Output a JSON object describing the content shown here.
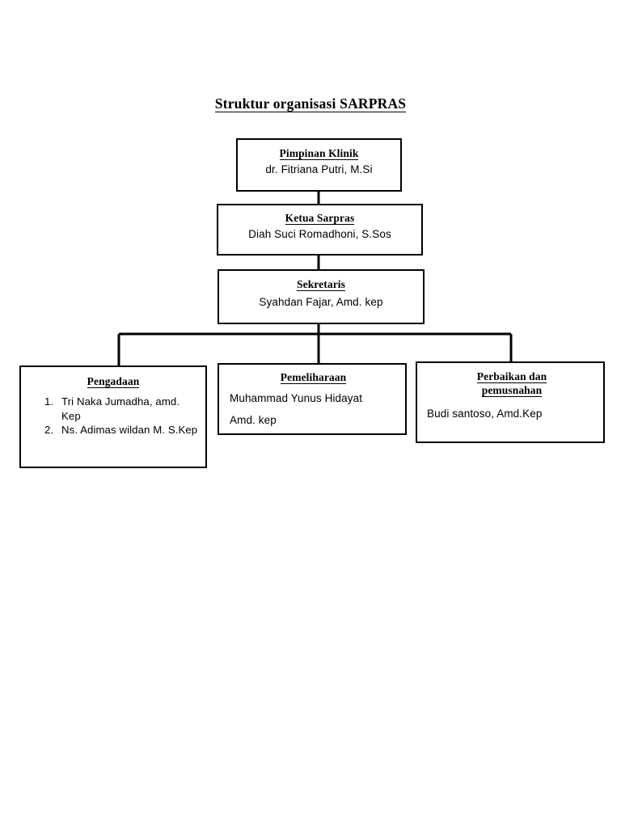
{
  "document": {
    "title": "Struktur organisasi SARPRAS"
  },
  "chart_data": {
    "type": "diagram",
    "diagram_type": "organizational-chart",
    "title": "Struktur organisasi SARPRAS",
    "orientation": "top-down",
    "nodes": [
      {
        "id": "pimpinan",
        "role": "Pimpinan Klinik",
        "person": "dr. Fitriana Putri, M.Si",
        "level": 1
      },
      {
        "id": "ketua",
        "role": "Ketua Sarpras",
        "person": "Diah Suci Romadhoni, S.Sos",
        "level": 2
      },
      {
        "id": "sekretaris",
        "role": "Sekretaris",
        "person": "Syahdan Fajar, Amd. kep",
        "level": 3
      },
      {
        "id": "pengadaan",
        "role": "Pengadaan ",
        "members": [
          "Tri Naka Jumadha, amd. Kep",
          "Ns. Adimas wildan M. S.Kep"
        ],
        "level": 4
      },
      {
        "id": "pemeliharaan",
        "role": "Pemeliharaan",
        "person_line1": "Muhammad Yunus Hidayat",
        "person_line2": "Amd. kep",
        "level": 4
      },
      {
        "id": "perbaikan",
        "role_line1": "Perbaikan dan",
        "role_line2": "pemusnahan",
        "person": "Budi santoso, Amd.Kep",
        "level": 4
      }
    ],
    "edges": [
      {
        "from": "pimpinan",
        "to": "ketua"
      },
      {
        "from": "ketua",
        "to": "sekretaris"
      },
      {
        "from": "sekretaris",
        "to": "pengadaan"
      },
      {
        "from": "sekretaris",
        "to": "pemeliharaan"
      },
      {
        "from": "sekretaris",
        "to": "perbaikan"
      }
    ],
    "colors": {
      "background": "#ffffff",
      "border": "#000000",
      "text": "#000000"
    }
  }
}
